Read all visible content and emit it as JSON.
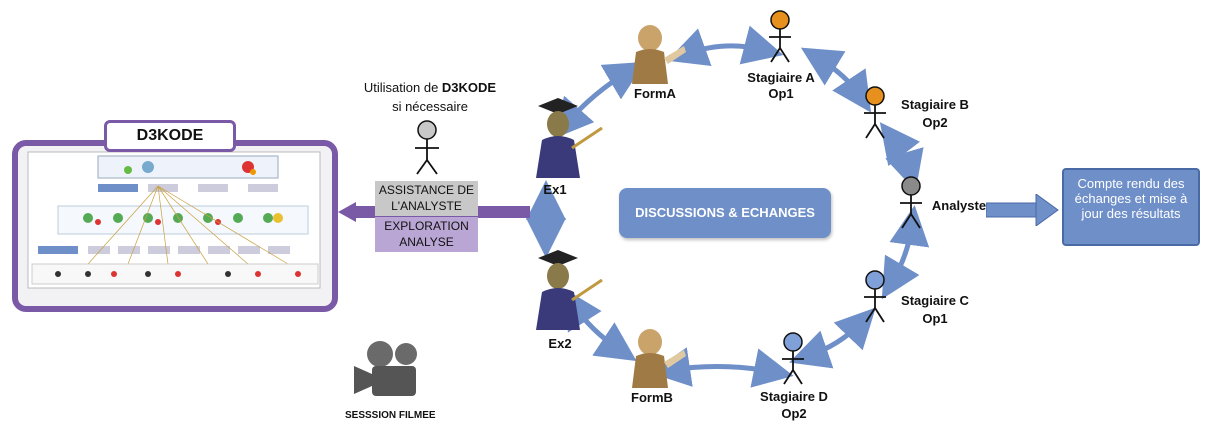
{
  "d3kode": {
    "title": "D3KODE"
  },
  "usage_note": {
    "prefix": "Utilisation de ",
    "bold": "D3KODE",
    "suffix": "si nécessaire"
  },
  "analyst_box": {
    "assist": "ASSISTANCE DE L'ANALYSTE",
    "explore": "EXPLORATION ANALYSE"
  },
  "center": {
    "label": "DISCUSSIONS &  ECHANGES"
  },
  "participants": [
    {
      "id": "formA",
      "label": "FormA"
    },
    {
      "id": "stagiaireA",
      "label": "Stagiaire A",
      "sublabel": "Op1"
    },
    {
      "id": "stagiaireB",
      "label": "Stagiaire B",
      "sublabel": "Op2"
    },
    {
      "id": "analyste",
      "label": "Analyste"
    },
    {
      "id": "stagiaireC",
      "label": "Stagiaire C",
      "sublabel": "Op1"
    },
    {
      "id": "stagiaireD",
      "label": "Stagiaire D",
      "sublabel": "Op2"
    },
    {
      "id": "formB",
      "label": "FormB"
    },
    {
      "id": "ex2",
      "label": "Ex2"
    },
    {
      "id": "ex1",
      "label": "Ex1"
    }
  ],
  "report": {
    "text": "Compte rendu des échanges et mise à jour des résultats"
  },
  "session": {
    "label": "SESSSION FILMEE"
  },
  "colors": {
    "stagiaire_A_B": "#e8901e",
    "stagiaire_C_D": "#7fa0d8",
    "analyste": "#8a8a8a",
    "external_analyst": "#c8c8c8",
    "arrow": "#6f8fc9",
    "purple": "#7a5aa6"
  }
}
